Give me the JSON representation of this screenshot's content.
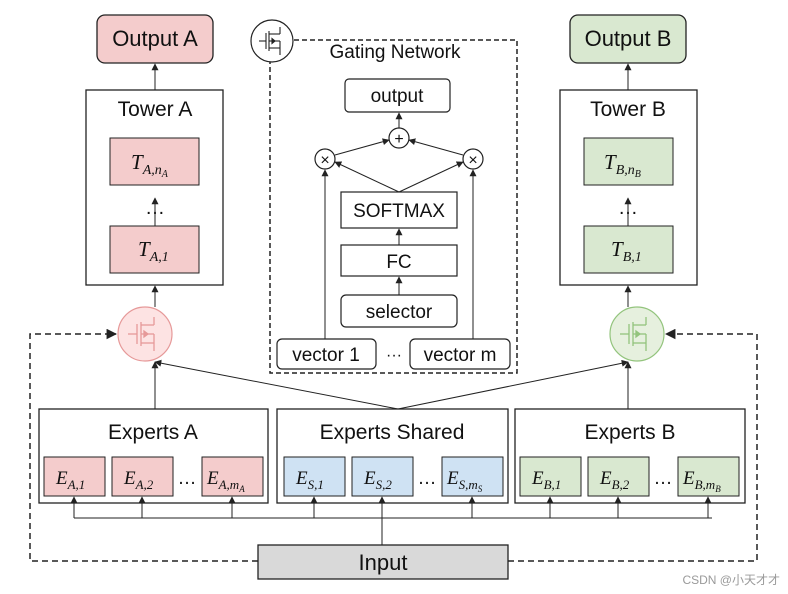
{
  "output_a": "Output A",
  "output_b": "Output B",
  "tower_a": {
    "title": "Tower A",
    "top_main": "T",
    "top_sub": "A,n",
    "top_subsub": "A",
    "ellipsis": "…",
    "bottom_main": "T",
    "bottom_sub": "A,1"
  },
  "tower_b": {
    "title": "Tower B",
    "top_main": "T",
    "top_sub": "B,n",
    "top_subsub": "B",
    "ellipsis": "…",
    "bottom_main": "T",
    "bottom_sub": "B,1"
  },
  "gating": {
    "title": "Gating Network",
    "output": "output",
    "plus": "+",
    "times": "×",
    "softmax": "SOFTMAX",
    "fc": "FC",
    "selector": "selector",
    "vector_1": "vector 1",
    "vector_ellipsis": "···",
    "vector_m": "vector m"
  },
  "experts_a": {
    "title": "Experts A",
    "e1_main": "E",
    "e1_sub": "A,1",
    "e2_main": "E",
    "e2_sub": "A,2",
    "ellipsis": "…",
    "em_main": "E",
    "em_sub": "A,m",
    "em_subsub": "A"
  },
  "experts_shared": {
    "title": "Experts Shared",
    "e1_main": "E",
    "e1_sub": "S,1",
    "e2_main": "E",
    "e2_sub": "S,2",
    "ellipsis": "…",
    "em_main": "E",
    "em_sub": "S,m",
    "em_subsub": "S"
  },
  "experts_b": {
    "title": "Experts B",
    "e1_main": "E",
    "e1_sub": "B,1",
    "e2_main": "E",
    "e2_sub": "B,2",
    "ellipsis": "…",
    "em_main": "E",
    "em_sub": "B,m",
    "em_subsub": "B"
  },
  "input": "Input",
  "watermark": "CSDN @小天才才",
  "colors": {
    "pink_fill": "#f4cccc",
    "pink_stroke": "#e69999",
    "green_fill": "#d9e8d0",
    "green_stroke": "#93c47d",
    "blue_fill": "#cfe2f3",
    "gray_fill": "#d9d9d9",
    "line": "#222222"
  },
  "icons": {
    "gate_a": "gate-switch-icon",
    "gate_b": "gate-switch-icon",
    "gate_legend": "gate-switch-icon"
  }
}
